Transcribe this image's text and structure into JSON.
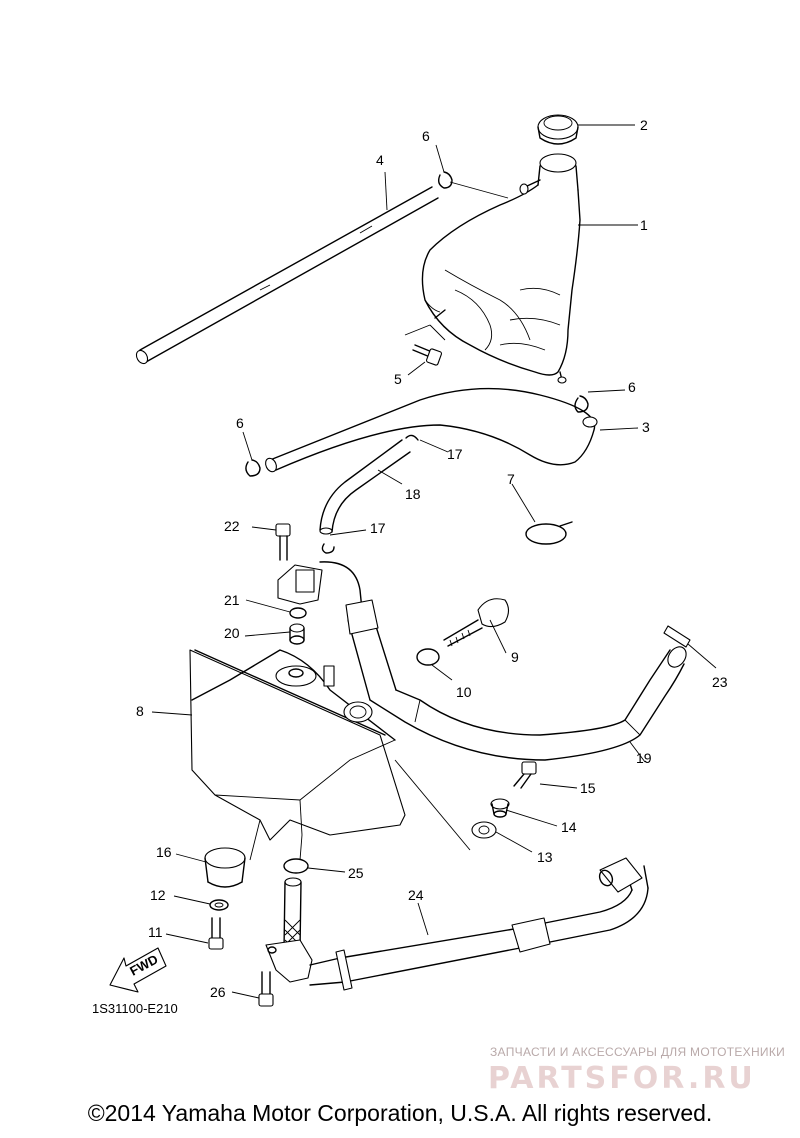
{
  "callouts": {
    "c1": "1",
    "c2": "2",
    "c3": "3",
    "c4": "4",
    "c5": "5",
    "c6a": "6",
    "c6b": "6",
    "c6c": "6",
    "c7": "7",
    "c8": "8",
    "c9": "9",
    "c10": "10",
    "c11": "11",
    "c12": "12",
    "c13": "13",
    "c14": "14",
    "c15": "15",
    "c16": "16",
    "c17a": "17",
    "c17b": "17",
    "c18": "18",
    "c19": "19",
    "c20": "20",
    "c21": "21",
    "c22": "22",
    "c23": "23",
    "c24": "24",
    "c25": "25",
    "c26": "26"
  },
  "fwd_label": "FWD",
  "diagram_code": "1S31100-E210",
  "watermark": {
    "tagline": "ЗАПЧАСТИ И АКСЕССУАРЫ ДЛЯ МОТОТЕХНИКИ",
    "brand": "PARTSFOR.RU"
  },
  "copyright": "©2014 Yamaha Motor Corporation, U.S.A. All rights reserved."
}
